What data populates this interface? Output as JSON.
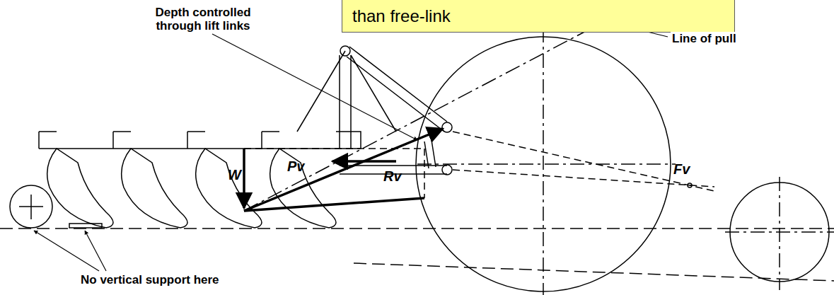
{
  "diagram": {
    "nodes": [
      {
        "text": [
          "than free-link"
        ]
      }
    ],
    "labels": [
      "Depth controlled through lift links",
      "Line of pull",
      "W",
      "Pv",
      "Rv",
      "Fv",
      "No vertical support here"
    ]
  }
}
